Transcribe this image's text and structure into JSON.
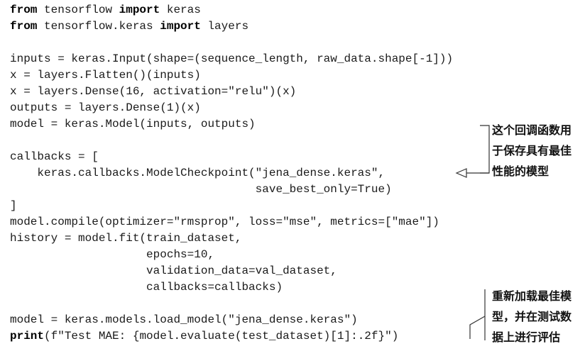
{
  "code_lines": [
    [
      {
        "t": "from",
        "kw": true
      },
      {
        "t": " tensorflow "
      },
      {
        "t": "import",
        "kw": true
      },
      {
        "t": " keras"
      }
    ],
    [
      {
        "t": "from",
        "kw": true
      },
      {
        "t": " tensorflow.keras "
      },
      {
        "t": "import",
        "kw": true
      },
      {
        "t": " layers"
      }
    ],
    [],
    [
      {
        "t": "inputs = keras.Input(shape=(sequence_length, raw_data.shape[-1]))"
      }
    ],
    [
      {
        "t": "x = layers.Flatten()(inputs)"
      }
    ],
    [
      {
        "t": "x = layers.Dense(16, activation=\"relu\")(x)"
      }
    ],
    [
      {
        "t": "outputs = layers.Dense(1)(x)"
      }
    ],
    [
      {
        "t": "model = keras.Model(inputs, outputs)"
      }
    ],
    [],
    [
      {
        "t": "callbacks = ["
      }
    ],
    [
      {
        "t": "    keras.callbacks.ModelCheckpoint(\"jena_dense.keras\","
      }
    ],
    [
      {
        "t": "                                    save_best_only=True)"
      }
    ],
    [
      {
        "t": "]"
      }
    ],
    [
      {
        "t": "model.compile(optimizer=\"rmsprop\", loss=\"mse\", metrics=[\"mae\"])"
      }
    ],
    [
      {
        "t": "history = model.fit(train_dataset,"
      }
    ],
    [
      {
        "t": "                    epochs=10,"
      }
    ],
    [
      {
        "t": "                    validation_data=val_dataset,"
      }
    ],
    [
      {
        "t": "                    callbacks=callbacks)"
      }
    ],
    [],
    [
      {
        "t": "model = keras.models.load_model(\"jena_dense.keras\")"
      }
    ],
    [
      {
        "t": "print",
        "kw": true
      },
      {
        "t": "(f\"Test MAE: {model.evaluate(test_dataset)[1]:.2f}\")"
      }
    ]
  ],
  "annotations": {
    "checkpoint_note": [
      "这个回调函数用",
      "于保存具有最佳",
      "性能的模型"
    ],
    "reload_note": [
      "重新加载最佳模",
      "型，并在测试数",
      "据上进行评估"
    ]
  },
  "colors": {
    "code_text": "#1a1a1a",
    "callout_line": "#333333"
  }
}
